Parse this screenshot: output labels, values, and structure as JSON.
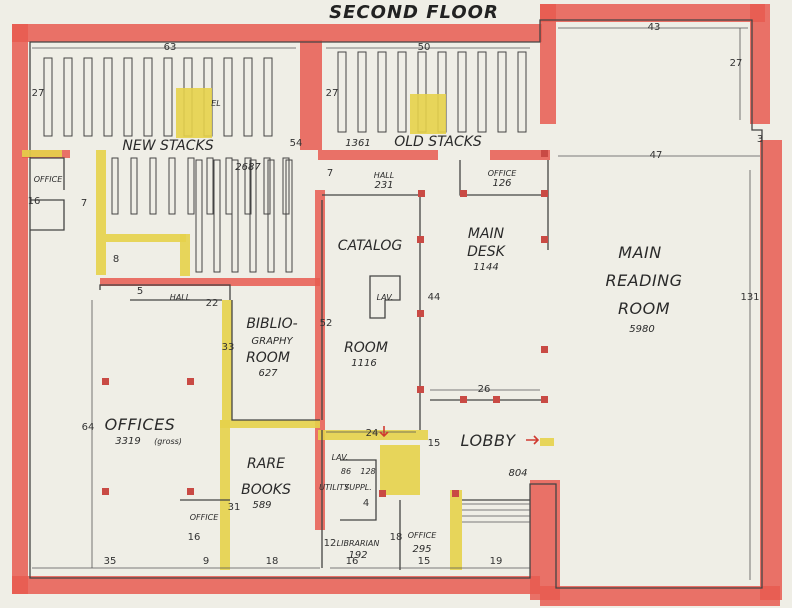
{
  "title": "SECOND FLOOR",
  "rooms": {
    "new_stacks": {
      "name": "NEW STACKS",
      "area": "2687"
    },
    "old_stacks": {
      "name": "OLD STACKS",
      "area": "1361"
    },
    "hall_upper": {
      "name": "HALL",
      "area": "231"
    },
    "office_left": {
      "name": "OFFICE"
    },
    "office_desk": {
      "name": "OFFICE",
      "area": "126"
    },
    "main_desk": {
      "name_1": "MAIN",
      "name_2": "DESK",
      "area": "1144"
    },
    "catalog": {
      "name_1": "CATALOG",
      "name_2": "ROOM",
      "area": "1116"
    },
    "lav_catalog": {
      "name": "LAV."
    },
    "hall_lower": {
      "name": "HALL"
    },
    "bibliography": {
      "name_1": "BIBLIO-",
      "name_2": "GRAPHY",
      "name_3": "ROOM",
      "area": "627"
    },
    "offices": {
      "name": "OFFICES",
      "area": "3319",
      "note": "(gross)"
    },
    "rare_books": {
      "name_1": "RARE",
      "name_2": "BOOKS",
      "area": "589"
    },
    "office_small": {
      "name": "OFFICE"
    },
    "main_reading": {
      "name_1": "MAIN",
      "name_2": "READING",
      "name_3": "ROOM",
      "area": "5980"
    },
    "lobby": {
      "name": "LOBBY",
      "area": "804"
    },
    "lav_lower": {
      "name": "LAV."
    },
    "utility": {
      "name": "UTILITY"
    },
    "supply": {
      "name": "SUPPL."
    },
    "librarian": {
      "name": "LIBRARIAN",
      "area": "192"
    },
    "office_lower": {
      "name": "OFFICE",
      "area": "295"
    },
    "elev_small": {
      "name": "EL"
    },
    "misc_86": "86",
    "misc_128": "128"
  },
  "dims": {
    "d63": "63",
    "d50": "50",
    "d43": "43",
    "d27a": "27",
    "d27b": "27",
    "d27c": "27",
    "d47": "47",
    "d54": "54",
    "d7a": "7",
    "d7b": "7",
    "d16a": "16",
    "d8": "8",
    "d22": "22",
    "d5": "5",
    "d33": "33",
    "d52": "52",
    "d44": "44",
    "d26": "26",
    "d131": "131",
    "d64": "64",
    "d24": "24",
    "d15a": "15",
    "d31": "31",
    "d35": "35",
    "d9": "9",
    "d18a": "18",
    "d16b": "16",
    "d15b": "15",
    "d19": "19",
    "d12": "12",
    "d18b": "18",
    "d3": "3",
    "d16c": "16",
    "d4": "4"
  }
}
